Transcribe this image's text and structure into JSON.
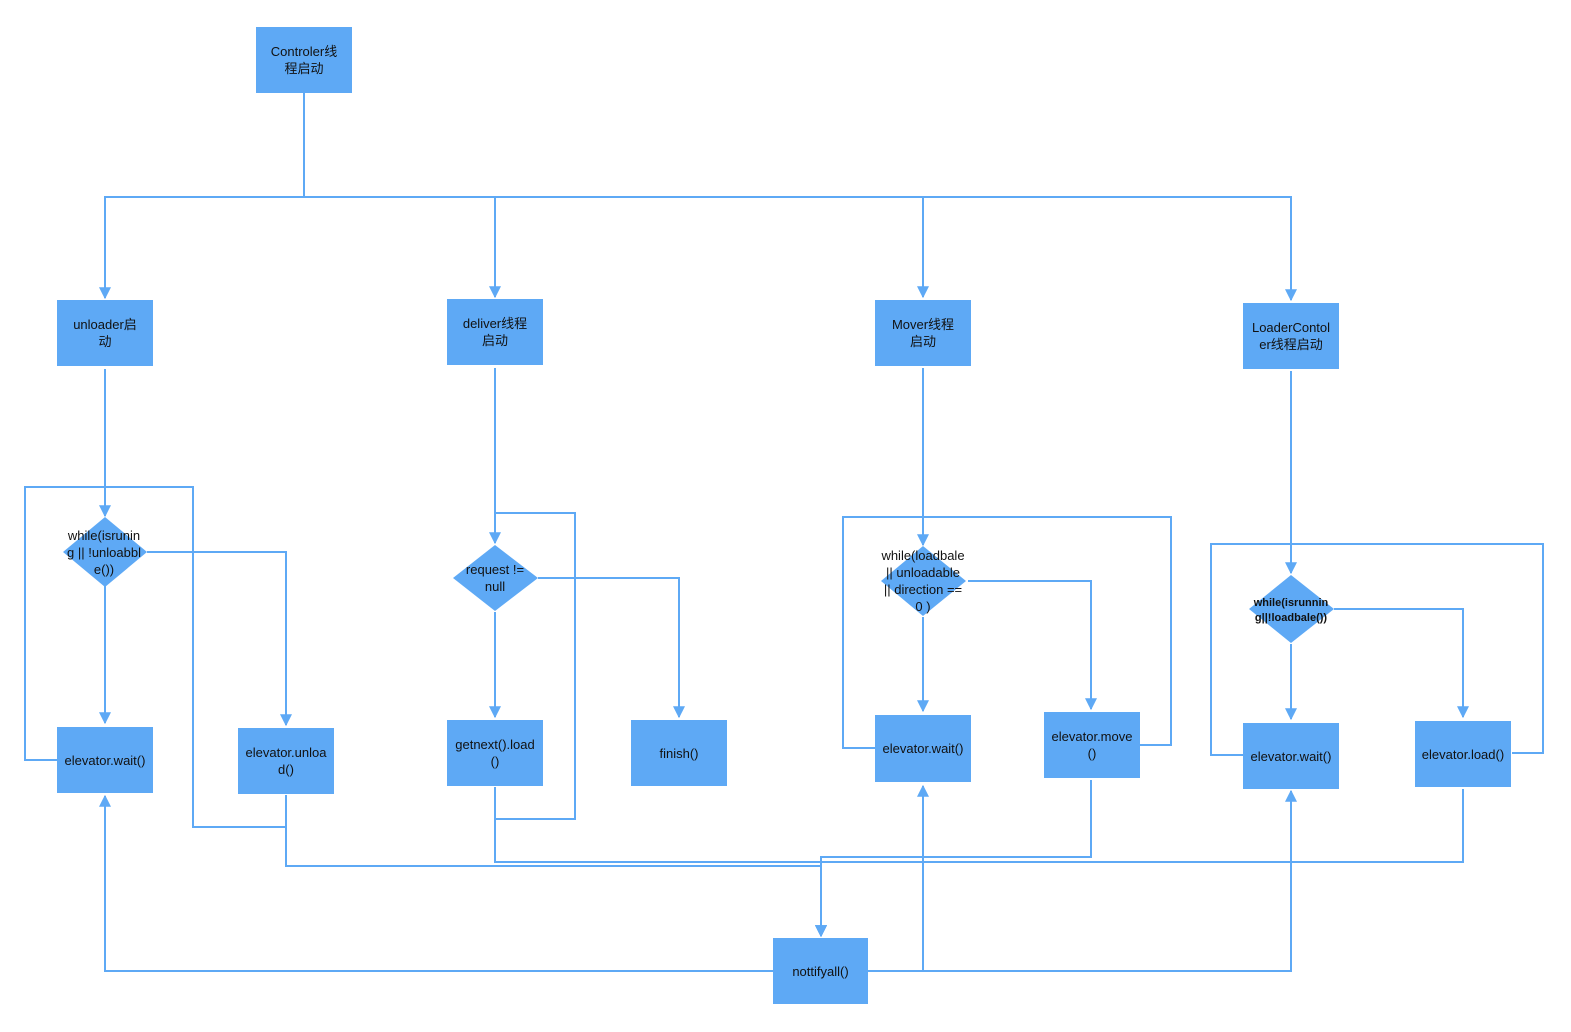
{
  "diagram": {
    "nodes": {
      "controller": "Controler线程启动",
      "unloader_start": "unloader启动",
      "deliver_start": "deliver线程启动",
      "mover_start": "Mover线程启动",
      "loader_start": "LoaderContoler线程启动",
      "unloader_loop": "while(isruning || !unloabble())",
      "deliver_cond": "request != null",
      "mover_loop": "while(loadbale || unloadable || direction == 0 )",
      "loader_loop": "while(isrunning||!loadbale())",
      "unloader_wait": "elevator.wait()",
      "unloader_unload": "elevator.unload()",
      "deliver_getnext": "getnext().load()",
      "deliver_finish": "finish()",
      "mover_wait": "elevator.wait()",
      "mover_move": "elevator.move()",
      "loader_wait": "elevator.wait()",
      "loader_load": "elevator.load()",
      "notify": "nottifyall()"
    },
    "colors": {
      "node_fill": "#5ea9f5",
      "edge": "#5ea9f5",
      "text": "#111111",
      "background": "#ffffff"
    }
  }
}
